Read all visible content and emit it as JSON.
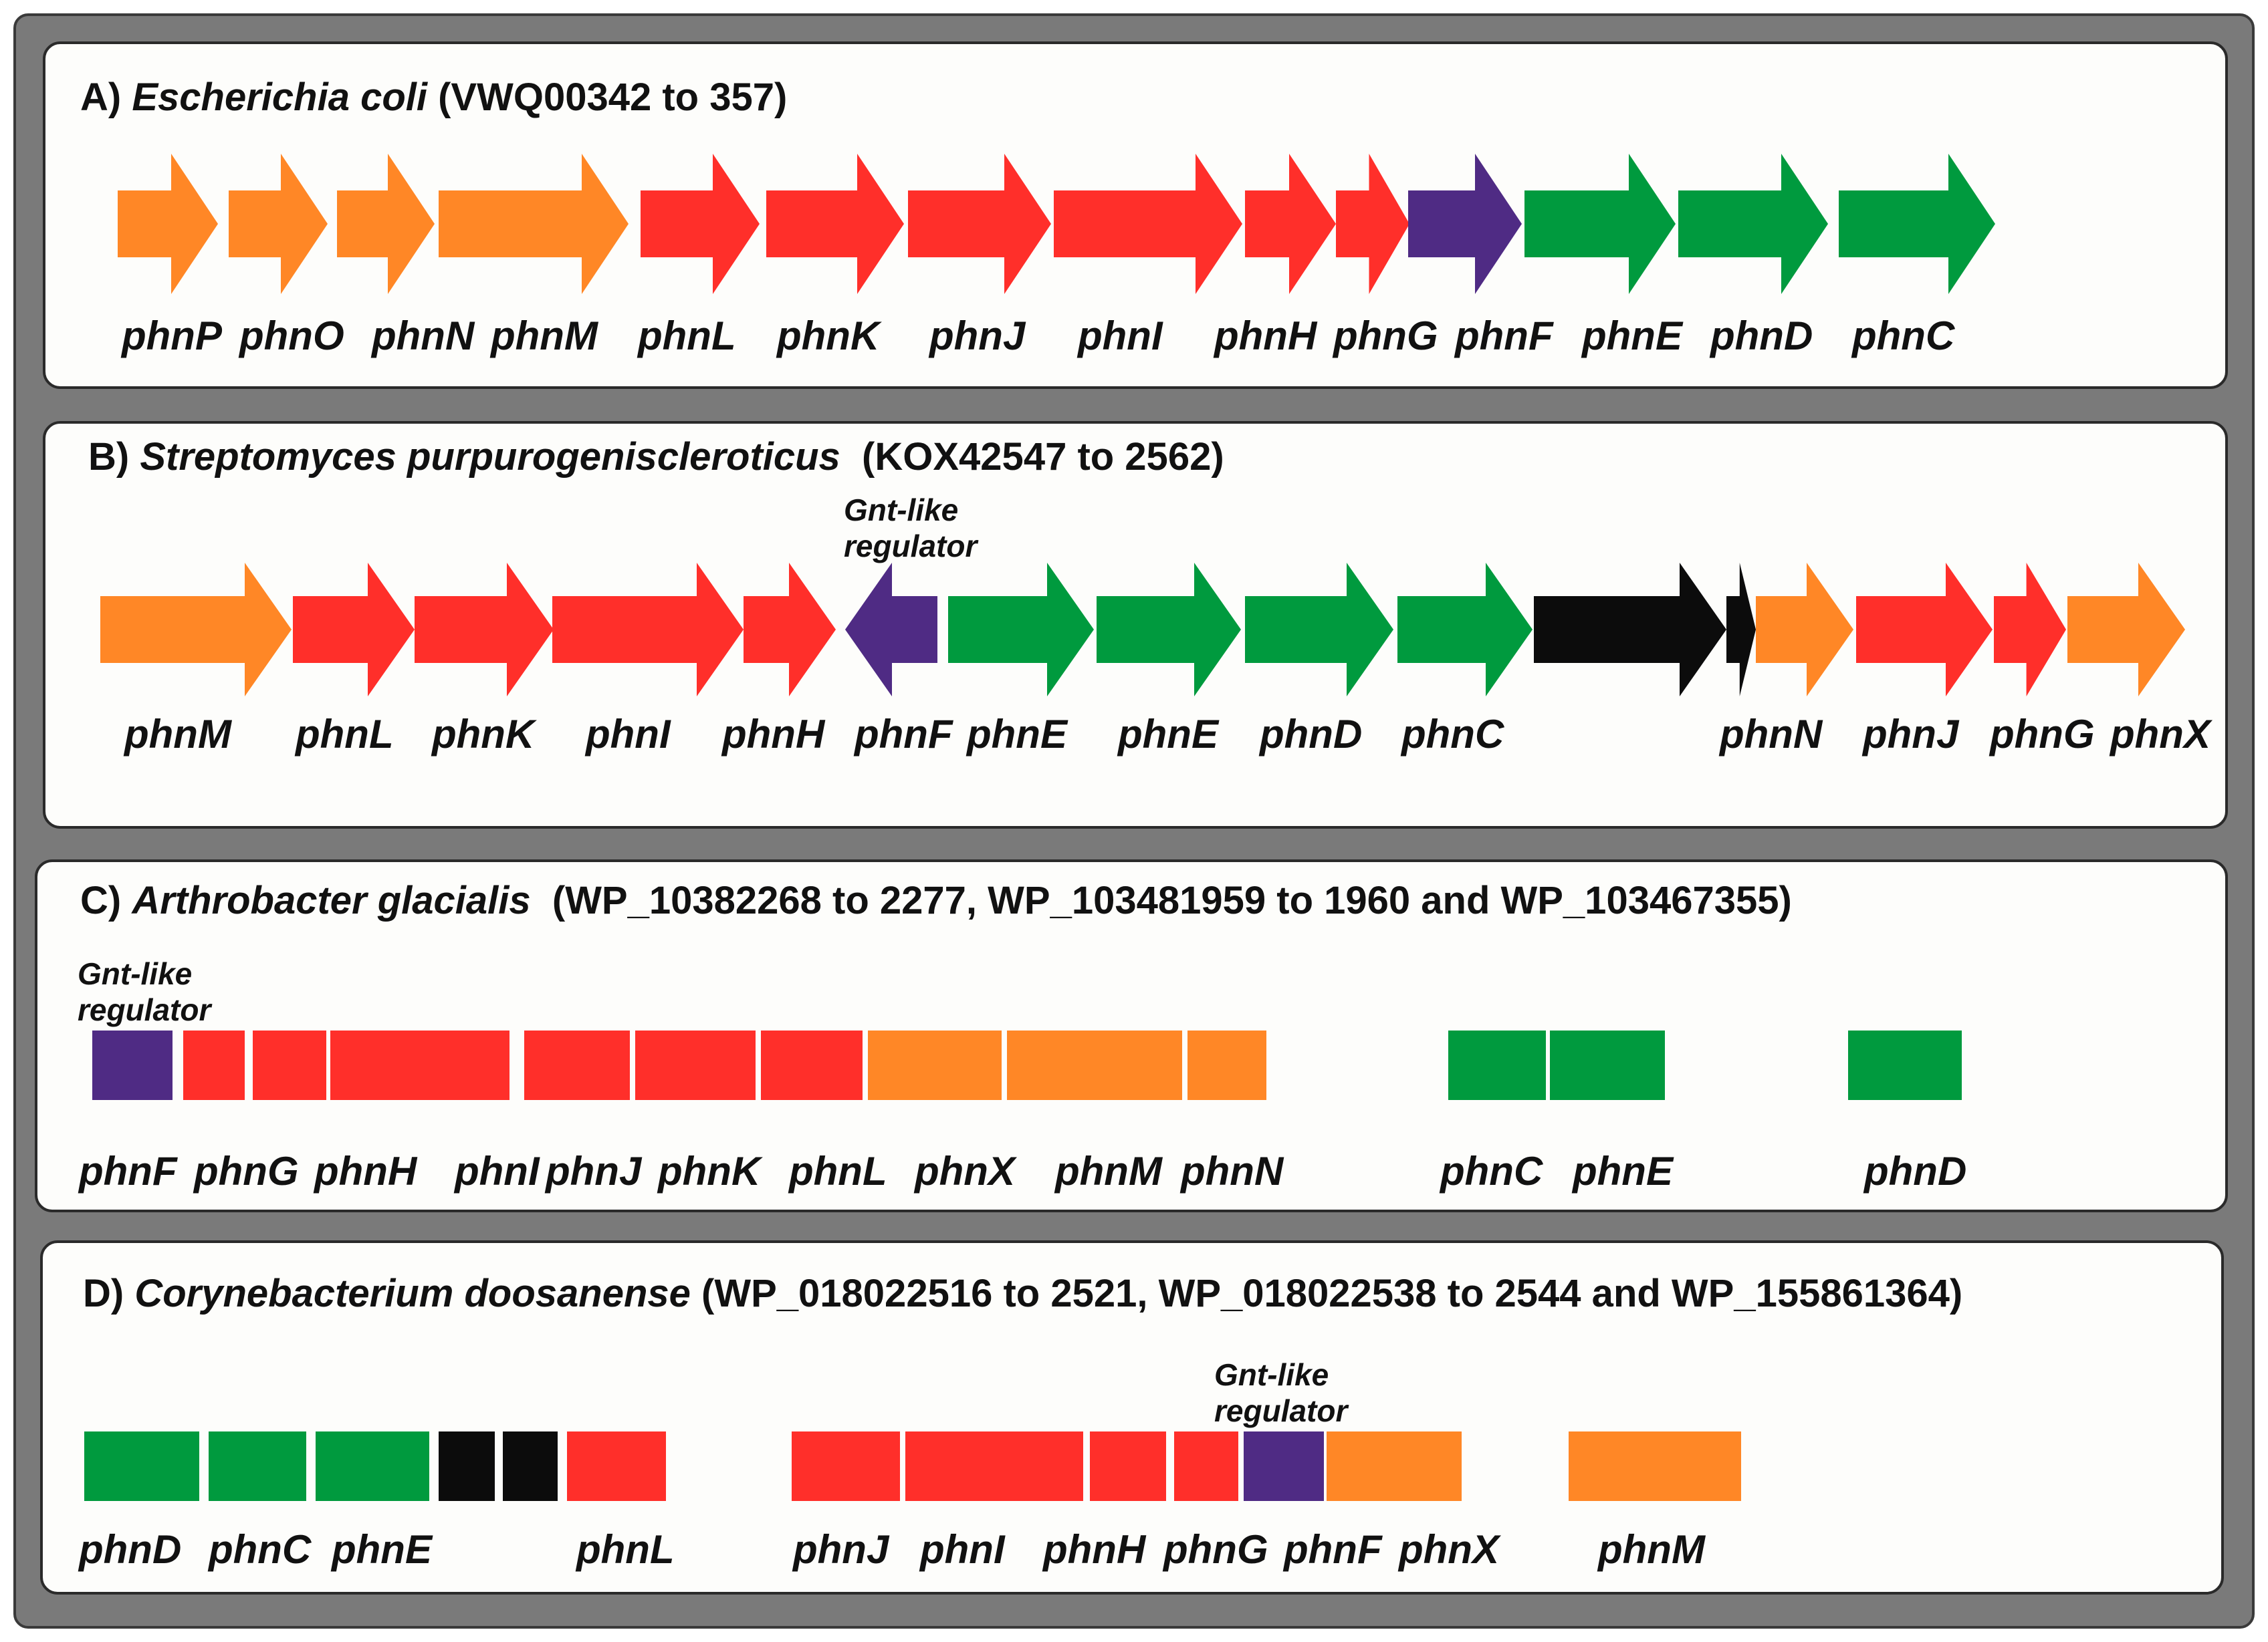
{
  "colors": {
    "orange": "#ff8726",
    "red": "#ff2f2a",
    "purple": "#4f2b84",
    "green": "#009a3e",
    "black": "#0c0c0c"
  },
  "panels": [
    {
      "letter": "A)",
      "organism": "Escherichia coli",
      "accession": "(VWQ00342 to 357)",
      "genes": [
        {
          "label": "phnP",
          "color": "orange",
          "shape": "arrow"
        },
        {
          "label": "phnO",
          "color": "orange",
          "shape": "arrow"
        },
        {
          "label": "phnN",
          "color": "orange",
          "shape": "arrow"
        },
        {
          "label": "phnM",
          "color": "orange",
          "shape": "arrow"
        },
        {
          "label": "phnL",
          "color": "red",
          "shape": "arrow"
        },
        {
          "label": "phnK",
          "color": "red",
          "shape": "arrow"
        },
        {
          "label": "phnJ",
          "color": "red",
          "shape": "arrow"
        },
        {
          "label": "phnI",
          "color": "red",
          "shape": "arrow"
        },
        {
          "label": "phnH",
          "color": "red",
          "shape": "arrow"
        },
        {
          "label": "phnG",
          "color": "red",
          "shape": "arrow"
        },
        {
          "label": "phnF",
          "color": "purple",
          "shape": "arrow"
        },
        {
          "label": "phnE",
          "color": "green",
          "shape": "arrow"
        },
        {
          "label": "phnD",
          "color": "green",
          "shape": "arrow"
        },
        {
          "label": "phnC",
          "color": "green",
          "shape": "arrow"
        }
      ],
      "notes": []
    },
    {
      "letter": "B)",
      "organism": "Streptomyces purpurogeniscleroticus",
      "accession": "(KOX42547 to 2562)",
      "genes": [
        {
          "label": "phnM",
          "color": "orange",
          "shape": "arrow"
        },
        {
          "label": "phnL",
          "color": "red",
          "shape": "arrow"
        },
        {
          "label": "phnK",
          "color": "red",
          "shape": "arrow"
        },
        {
          "label": "phnI",
          "color": "red",
          "shape": "arrow"
        },
        {
          "label": "phnH",
          "color": "red",
          "shape": "arrow"
        },
        {
          "label": "phnF",
          "color": "purple",
          "shape": "arrow-left"
        },
        {
          "label": "phnE",
          "color": "green",
          "shape": "arrow"
        },
        {
          "label": "phnE",
          "color": "green",
          "shape": "arrow"
        },
        {
          "label": "phnD",
          "color": "green",
          "shape": "arrow"
        },
        {
          "label": "phnC",
          "color": "green",
          "shape": "arrow"
        },
        {
          "label": "",
          "color": "black",
          "shape": "arrow"
        },
        {
          "label": "",
          "color": "black",
          "shape": "arrow"
        },
        {
          "label": "phnN",
          "color": "orange",
          "shape": "arrow"
        },
        {
          "label": "phnJ",
          "color": "red",
          "shape": "arrow"
        },
        {
          "label": "phnG",
          "color": "red",
          "shape": "arrow"
        },
        {
          "label": "phnX",
          "color": "orange",
          "shape": "arrow"
        }
      ],
      "notes": [
        [
          "Gnt-like",
          "regulator"
        ]
      ]
    },
    {
      "letter": "C)",
      "organism": "Arthrobacter glacialis",
      "accession": "(WP_10382268 to 2277,  WP_103481959 to 1960  and  WP_103467355)",
      "genes": [
        {
          "label": "phnF",
          "color": "purple",
          "shape": "box"
        },
        {
          "label": "phnG",
          "color": "red",
          "shape": "box"
        },
        {
          "label": "phnH",
          "color": "red",
          "shape": "box"
        },
        {
          "label": "phnI",
          "color": "red",
          "shape": "box"
        },
        {
          "label": "phnJ",
          "color": "red",
          "shape": "box"
        },
        {
          "label": "phnK",
          "color": "red",
          "shape": "box"
        },
        {
          "label": "phnL",
          "color": "red",
          "shape": "box"
        },
        {
          "label": "phnX",
          "color": "orange",
          "shape": "box"
        },
        {
          "label": "phnM",
          "color": "orange",
          "shape": "box"
        },
        {
          "label": "phnN",
          "color": "orange",
          "shape": "box"
        },
        {
          "label": "phnC",
          "color": "green",
          "shape": "box"
        },
        {
          "label": "phnE",
          "color": "green",
          "shape": "box"
        },
        {
          "label": "phnD",
          "color": "green",
          "shape": "box"
        }
      ],
      "notes": [
        [
          "Gnt-like",
          "regulator"
        ]
      ]
    },
    {
      "letter": "D)",
      "organism": "Corynebacterium doosanense",
      "accession": "(WP_018022516 to 2521, WP_018022538 to 2544 and WP_155861364)",
      "genes": [
        {
          "label": "phnD",
          "color": "green",
          "shape": "box"
        },
        {
          "label": "phnC",
          "color": "green",
          "shape": "box"
        },
        {
          "label": "phnE",
          "color": "green",
          "shape": "box"
        },
        {
          "label": "",
          "color": "black",
          "shape": "box"
        },
        {
          "label": "",
          "color": "black",
          "shape": "box"
        },
        {
          "label": "phnL",
          "color": "red",
          "shape": "box"
        },
        {
          "label": "phnJ",
          "color": "red",
          "shape": "box"
        },
        {
          "label": "phnI",
          "color": "red",
          "shape": "box"
        },
        {
          "label": "phnH",
          "color": "red",
          "shape": "box"
        },
        {
          "label": "phnG",
          "color": "red",
          "shape": "box"
        },
        {
          "label": "phnF",
          "color": "purple",
          "shape": "box"
        },
        {
          "label": "phnX",
          "color": "orange",
          "shape": "box"
        },
        {
          "label": "phnM",
          "color": "orange",
          "shape": "box"
        }
      ],
      "notes": [
        [
          "Gnt-like",
          "regulator"
        ]
      ]
    }
  ]
}
